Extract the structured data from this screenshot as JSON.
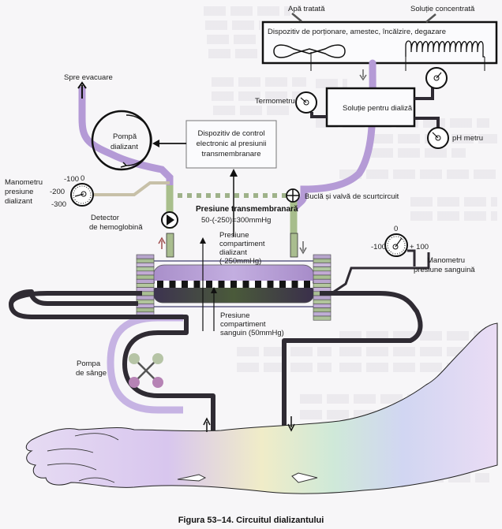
{
  "figure": {
    "caption": "Figura 53–14. Circuitul dializantului"
  },
  "labels": {
    "treated_water": "Apă tratată",
    "concentrate": "Soluție concentrată",
    "mixing_device": "Dispozitiv de porționare, amestec, încălzire, degazare",
    "dialysis_solution": "Soluție pentru dializă",
    "thermometer": "Termometru",
    "ph_meter": "pH metru",
    "to_drain": "Spre evacuare",
    "dialysate_pump_l1": "Pompă",
    "dialysate_pump_l2": "dializant",
    "control_device_l1": "Dispozitiv de control",
    "control_device_l2": "electronic al presiunii",
    "control_device_l3": "transmembranare",
    "dialysate_manometer_l1": "Manometru",
    "dialysate_manometer_l2": "presiune",
    "dialysate_manometer_l3": "dializant",
    "hemoglobin_detector_l1": "Detector",
    "hemoglobin_detector_l2": "de hemoglobină",
    "bypass_valve": "Buclă și valvă  de scurtcircuit",
    "tmp_title": "Presiune transmembranară",
    "tmp_formula": "50-(-250)=300mmHg",
    "dialysate_pressure_l1": "Presiune",
    "dialysate_pressure_l2": "compartiment",
    "dialysate_pressure_l3": "dializant",
    "dialysate_pressure_l4": "(-250mmHg)",
    "blood_pressure_l1": "Presiune",
    "blood_pressure_l2": "compartiment",
    "blood_pressure_l3": "sanguin (50mmHg)",
    "blood_manometer_l1": "Manometru",
    "blood_manometer_l2": "presiune sanguină",
    "blood_pump_l1": "Pompa",
    "blood_pump_l2": "de sânge"
  },
  "gauges": {
    "dialysate": {
      "ticks": [
        "0",
        "-100",
        "-200",
        "-300"
      ]
    },
    "blood": {
      "ticks": [
        "0",
        "-100",
        "+ 100"
      ]
    }
  },
  "colors": {
    "pipe_dark": "#2f2b33",
    "dialysate_flow": "#b7a2d6",
    "dialysate_flow_green": "#a9bf8c",
    "membrane_dark": "#141414",
    "outline": "#111111"
  }
}
